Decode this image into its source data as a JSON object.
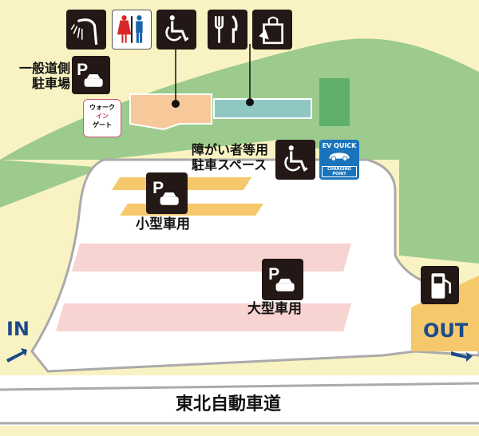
{
  "map": {
    "facilities": [
      "shower-icon",
      "restroom-icon",
      "wheelchair-icon",
      "restaurant-icon",
      "shop-icon"
    ],
    "general_parking": {
      "line1": "一般道側",
      "line2": "駐車場"
    },
    "walk_in_gate": {
      "line1": "ウォーク",
      "line2": "イン",
      "line3": "ゲート"
    },
    "accessible_parking": {
      "line1": "障がい者等用",
      "line2": "駐車スペース"
    },
    "ev": {
      "title": "EV QUICK",
      "sub": "CHARGING POINT"
    },
    "small_parking": "小型車用",
    "large_parking": "大型車用",
    "entrance": "IN",
    "exit": "OUT",
    "highway": "東北自動車道"
  },
  "colors": {
    "background": "#f9f3c3",
    "green": "#9ccb8d",
    "building_orange": "#f6c89a",
    "building_teal": "#90c7c3",
    "parking_pink": "#f7d3d1",
    "parking_yellow": "#f5c96b",
    "ev_blue": "#1a74bb"
  }
}
